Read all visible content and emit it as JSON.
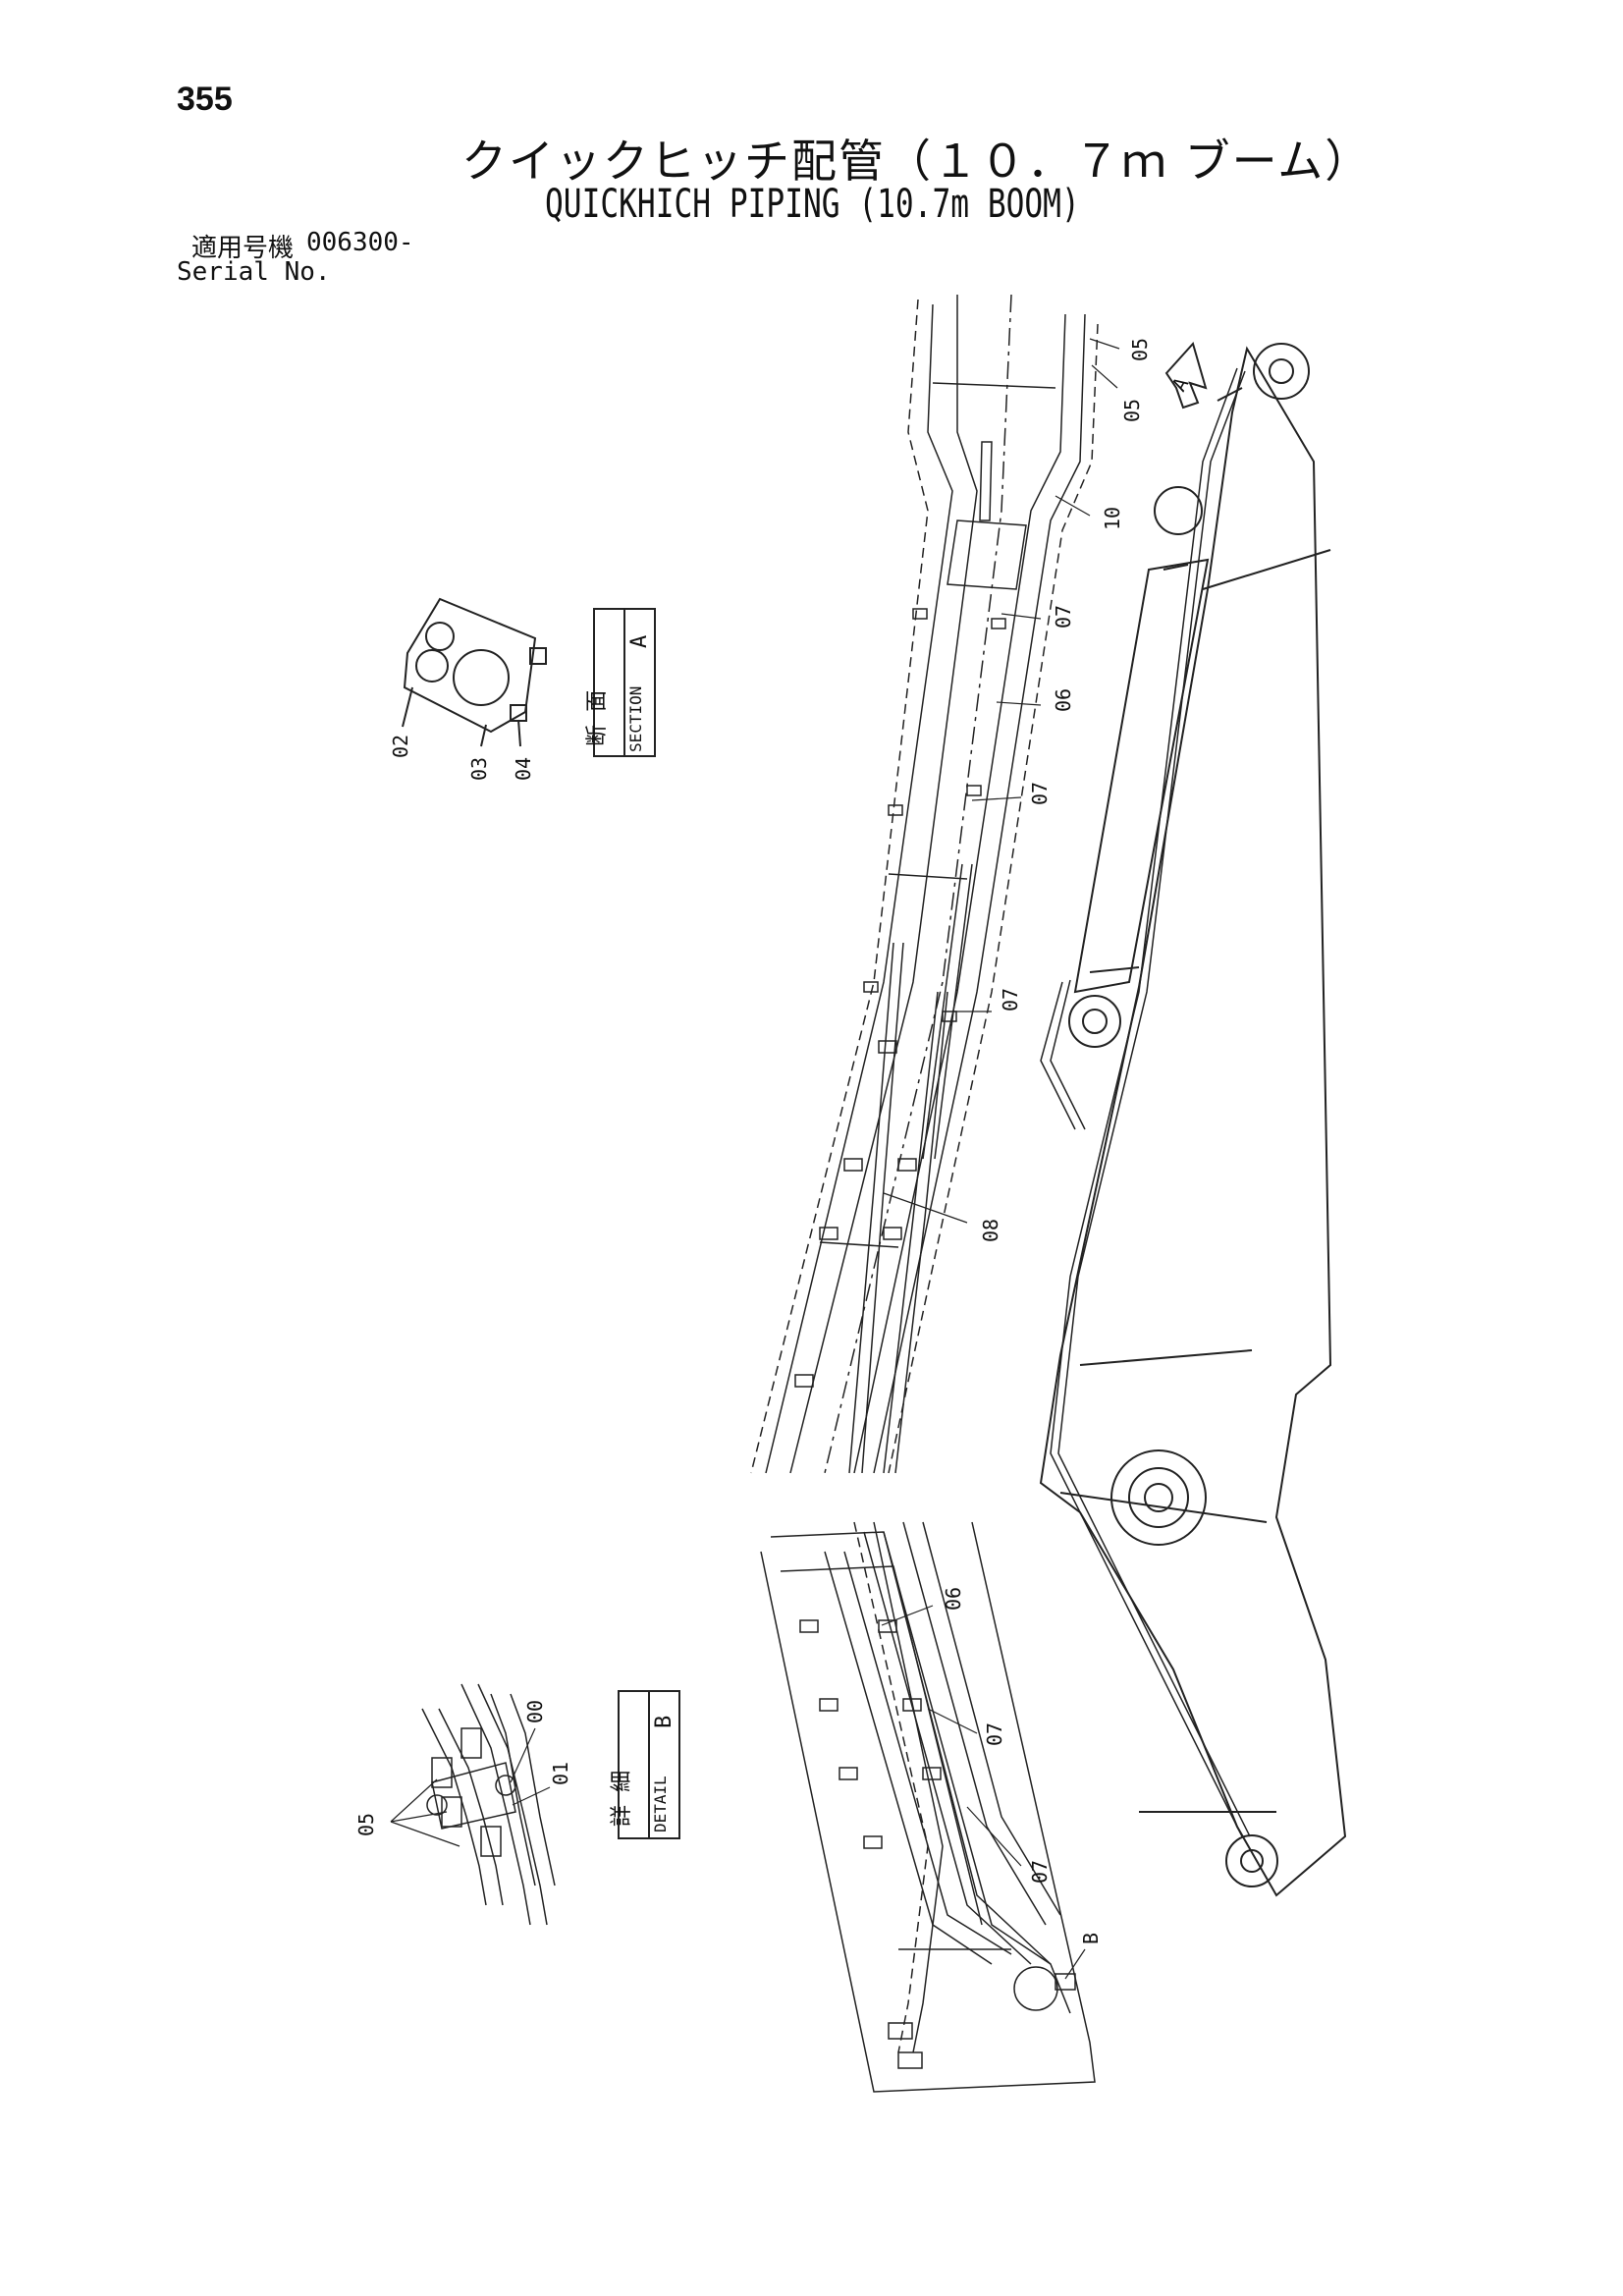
{
  "header": {
    "page_number": "355",
    "title_ja": "クイックヒッチ配管（１０．７ｍ ブーム）",
    "title_en": "QUICKHICH PIPING (10.7m BOOM)",
    "serial_label_ja": "適用号機",
    "serial_value": "006300-",
    "serial_label_en": "Serial No."
  },
  "section_box": {
    "label_ja": "断 面",
    "label_en": "SECTION",
    "letter": "A"
  },
  "detail_box": {
    "label_ja": "詳 細",
    "label_en": "DETAIL",
    "letter": "B"
  },
  "callouts": {
    "c05a": "05",
    "c05b": "05",
    "c10": "10",
    "c07a": "07",
    "c06a": "06",
    "c07b": "07",
    "c07c": "07",
    "c08": "08",
    "c02": "02",
    "c03": "03",
    "c04": "04",
    "c06b": "06",
    "c07d": "07",
    "c07e": "07",
    "cB": "B",
    "c00": "00",
    "c01": "01",
    "c05c": "05",
    "arrowA": "A"
  }
}
